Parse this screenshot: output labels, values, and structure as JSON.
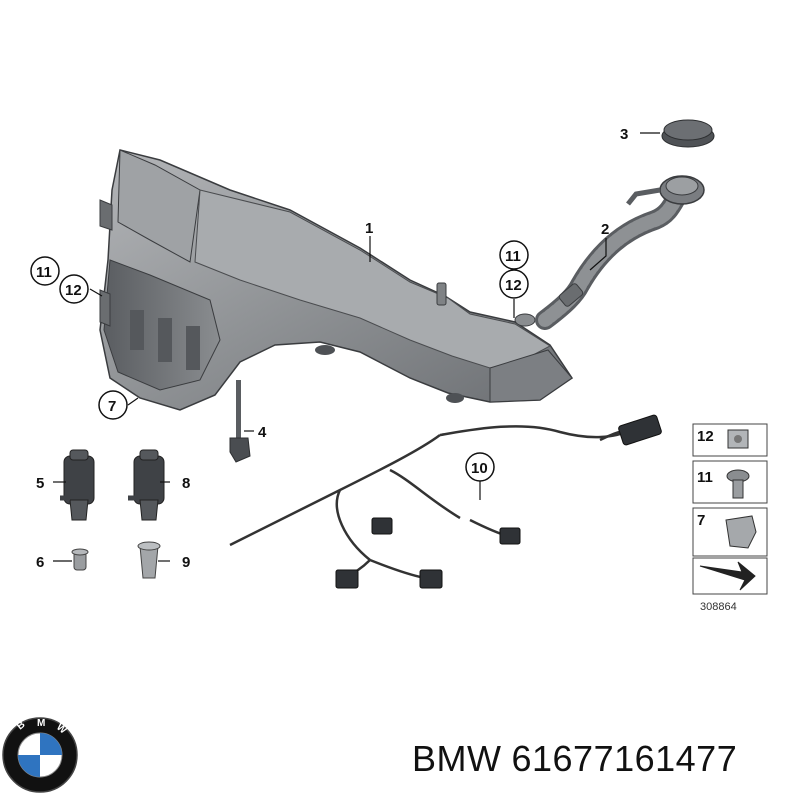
{
  "diagram": {
    "callouts": {
      "c1": "1",
      "c2": "2",
      "c3": "3",
      "c4": "4",
      "c5": "5",
      "c6": "6",
      "c7": "7",
      "c8": "8",
      "c9": "9",
      "c10": "10",
      "c11a": "11",
      "c12a": "12",
      "c11b": "11",
      "c12b": "12"
    },
    "legend": {
      "item_12": "12",
      "item_11": "11",
      "item_7": "7"
    },
    "reference_number": "308864"
  },
  "footer": {
    "logo_letters": [
      "B",
      "M",
      "W"
    ],
    "brand": "BMW",
    "part_number": "61677161477",
    "colors": {
      "logo_blue": "#2f74c0",
      "logo_ring": "#111111"
    }
  }
}
